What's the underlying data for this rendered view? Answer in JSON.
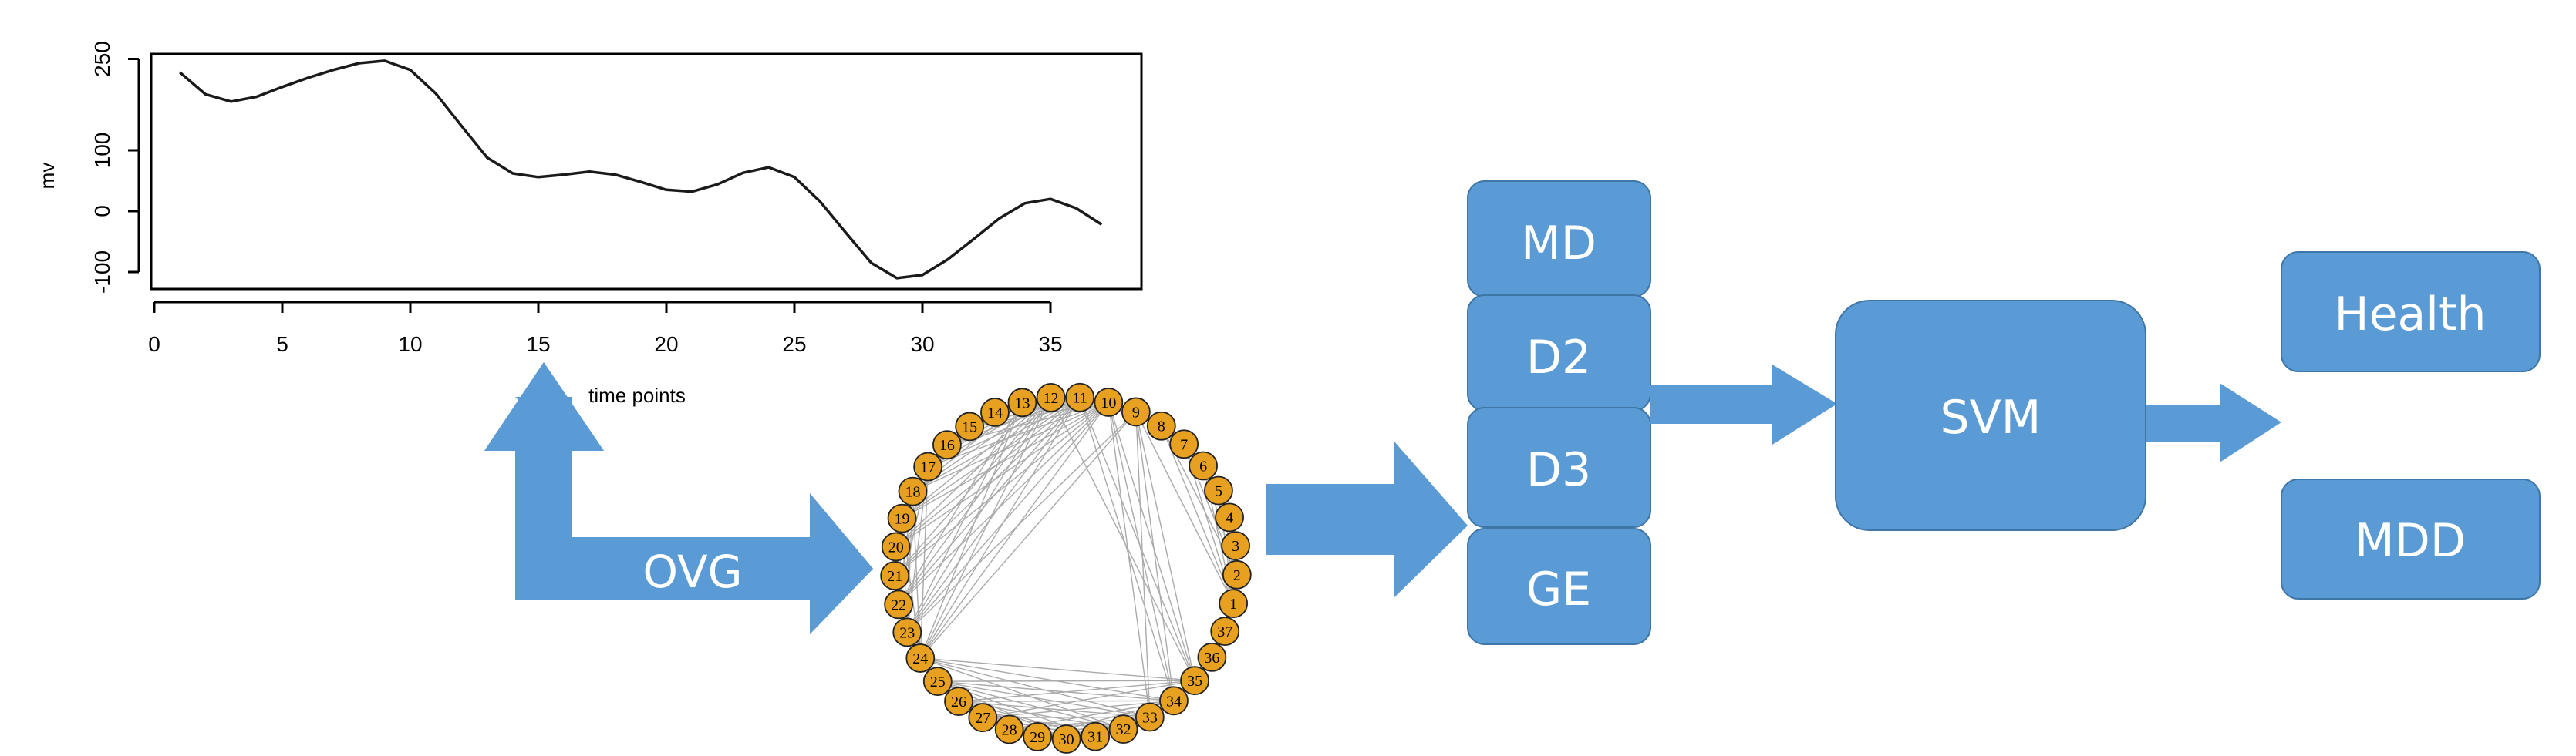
{
  "signal_plot": {
    "ylabel": "mv",
    "xlabel": "time points",
    "x_ticks": [
      "0",
      "5",
      "10",
      "15",
      "20",
      "25",
      "30",
      "35"
    ],
    "y_ticks": [
      "250",
      "100",
      "0",
      "-100"
    ],
    "line_color": "#1a1a1a"
  },
  "chart_data": {
    "type": "line",
    "xlabel": "time points",
    "ylabel": "mv",
    "xlim": [
      0,
      38
    ],
    "ylim": [
      -120,
      260
    ],
    "grid": false,
    "x": [
      1,
      2,
      3,
      4,
      5,
      6,
      7,
      8,
      9,
      10,
      11,
      12,
      13,
      14,
      15,
      16,
      17,
      18,
      19,
      20,
      21,
      22,
      23,
      24,
      25,
      26,
      27,
      28,
      29,
      30,
      31,
      32,
      33,
      34,
      35,
      36,
      37
    ],
    "values": [
      228,
      192,
      180,
      188,
      204,
      219,
      232,
      243,
      247,
      232,
      193,
      140,
      88,
      62,
      56,
      60,
      65,
      60,
      48,
      35,
      32,
      44,
      63,
      72,
      56,
      16,
      -35,
      -85,
      -110,
      -105,
      -79,
      -46,
      -12,
      13,
      20,
      5,
      -22
    ]
  },
  "ovg_label": "OVG",
  "graph": {
    "node_color": "#e8a020",
    "edge_color": "#aaaaaa",
    "nodes": [
      "1",
      "2",
      "3",
      "4",
      "5",
      "6",
      "7",
      "8",
      "9",
      "10",
      "11",
      "12",
      "13",
      "14",
      "15",
      "16",
      "17",
      "18",
      "19",
      "20",
      "21",
      "22",
      "23",
      "24",
      "25",
      "26",
      "27",
      "28",
      "29",
      "30",
      "31",
      "32",
      "33",
      "34",
      "35",
      "36",
      "37"
    ]
  },
  "features": {
    "color": "#5b9bd5",
    "items": [
      "MD",
      "D2",
      "D3",
      "GE"
    ]
  },
  "classifier": {
    "label": "SVM",
    "color": "#5b9bd5"
  },
  "outputs": {
    "color": "#5b9bd5",
    "items": [
      "Health",
      "MDD"
    ]
  },
  "arrow_color": "#5b9bd5"
}
